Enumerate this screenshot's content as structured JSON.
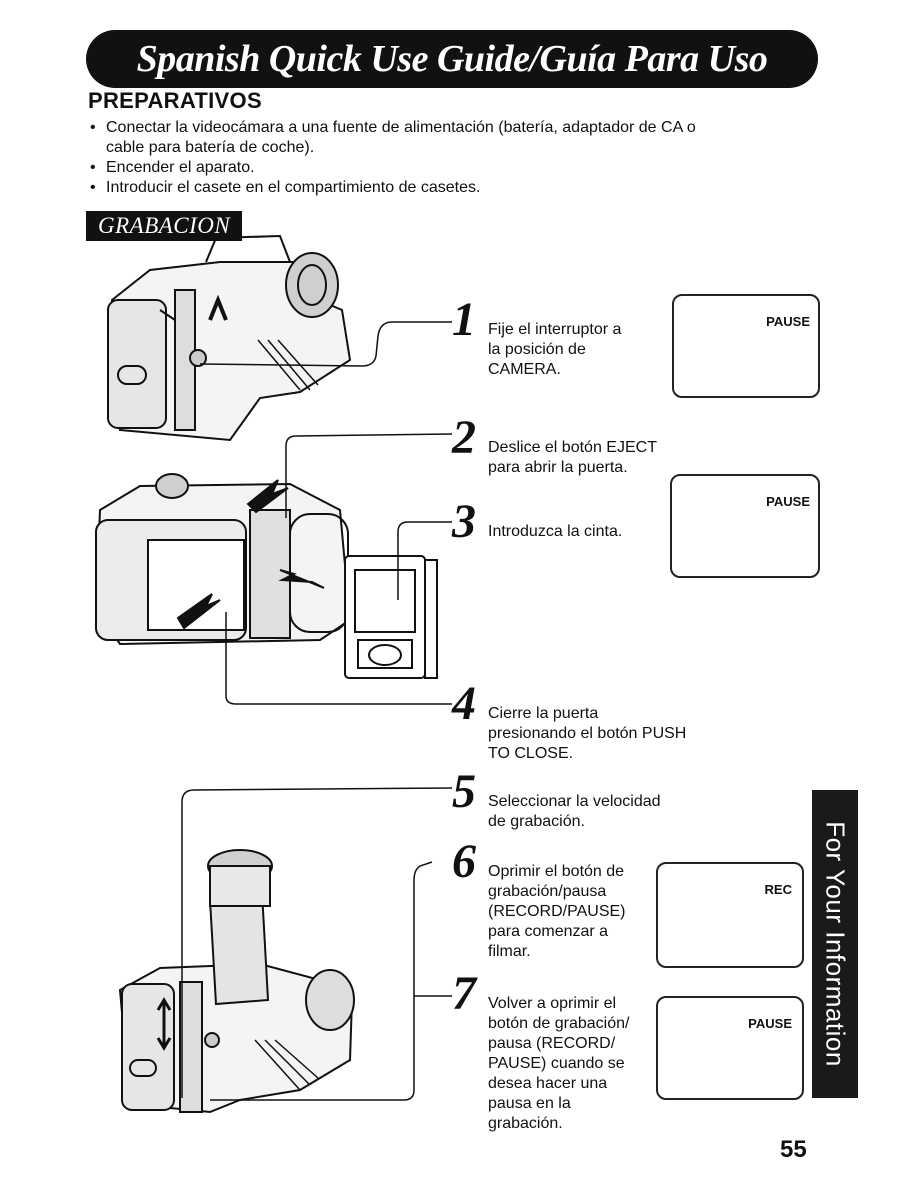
{
  "header": {
    "title": "Spanish Quick Use Guide/Guía Para Uso Rápido"
  },
  "preparativos": {
    "title": "PREPARATIVOS",
    "bullets": [
      "Conectar la videocámara a una fuente de alimentación (batería, adaptador de CA o",
      "cable para batería de coche).",
      "Encender el aparato.",
      "Introducir el casete en el compartimiento de casetes."
    ]
  },
  "grabacion": {
    "title": "GRABACION",
    "steps": [
      {
        "num": "1",
        "lines": [
          "Fije el interruptor a",
          "la posición de",
          "CAMERA."
        ]
      },
      {
        "num": "2",
        "lines": [
          "Deslice el botón EJECT",
          "para abrir la puerta."
        ]
      },
      {
        "num": "3",
        "lines": [
          "Introduzca la cinta."
        ]
      },
      {
        "num": "4",
        "lines": [
          "Cierre la puerta",
          "presionando el botón PUSH",
          "TO CLOSE."
        ]
      },
      {
        "num": "5",
        "lines": [
          "Seleccionar la velocidad",
          "de grabación."
        ]
      },
      {
        "num": "6",
        "lines": [
          "Oprimir el botón de",
          "grabación/pausa",
          "(RECORD/PAUSE)",
          "para comenzar a",
          "filmar."
        ]
      },
      {
        "num": "7",
        "lines": [
          "Volver a oprimir el",
          "botón de grabación/",
          "pausa (RECORD/",
          "PAUSE) cuando se",
          "desea hacer una",
          "pausa en la",
          "grabación."
        ]
      }
    ]
  },
  "screens": [
    "PAUSE",
    "PAUSE",
    "REC",
    "PAUSE"
  ],
  "side_tab": "For Your Information",
  "page_number": "55"
}
